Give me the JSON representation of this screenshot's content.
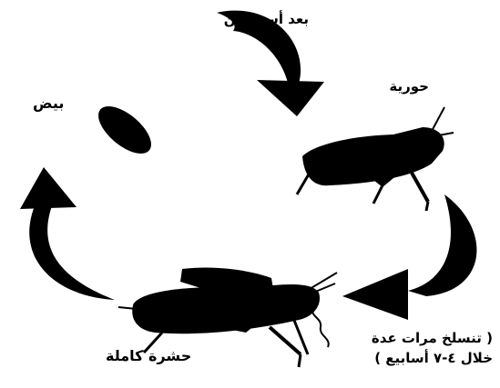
{
  "diagram": {
    "stages": {
      "eggs": "بيض",
      "after_two_weeks": "بعد أسبوعين",
      "nymph": "حورية",
      "adult": "حشرة كاملة"
    },
    "molting_note": {
      "line1": "( تنسلخ مرات عدة",
      "line2": "خلال ٤-٧ أسابيع )"
    }
  },
  "colors": {
    "ink": "#000000",
    "background": "#ffffff"
  }
}
